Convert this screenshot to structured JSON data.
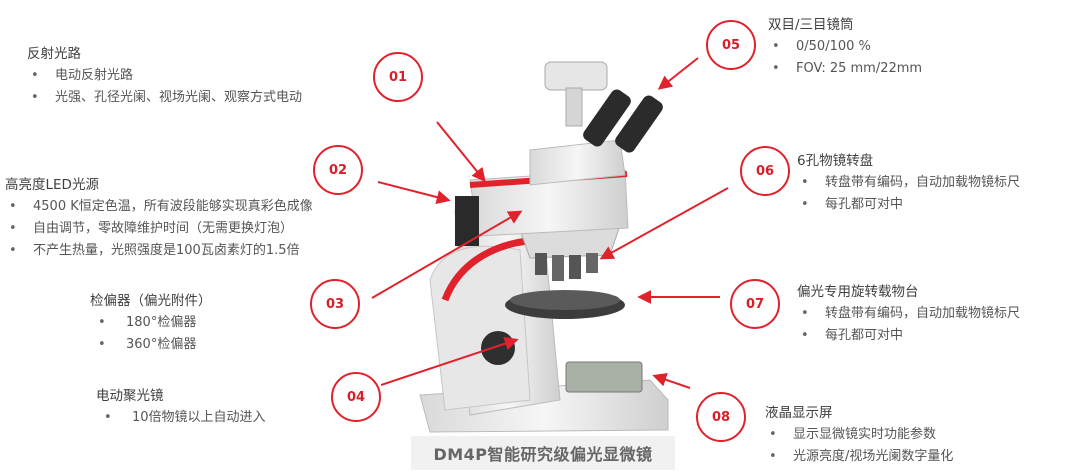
{
  "callouts": [
    {
      "number": "01",
      "title": "反射光路",
      "items": [
        "电动反射光路",
        "光强、孔径光阑、视场光阑、观察方式电动"
      ]
    },
    {
      "number": "02",
      "title": "高亮度LED光源",
      "items": [
        "4500 K恒定色温，所有波段能够实现真彩色成像",
        "自由调节，零故障维护时间（无需更换灯泡）",
        "不产生热量，光照强度是100瓦卤素灯的1.5倍"
      ]
    },
    {
      "number": "03",
      "title": "检偏器（偏光附件）",
      "items": [
        "180°检偏器",
        "360°检偏器"
      ]
    },
    {
      "number": "04",
      "title": "电动聚光镜",
      "items": [
        "10倍物镜以上自动进入"
      ]
    },
    {
      "number": "05",
      "title": "双目/三目镜筒",
      "items": [
        "0/50/100 %",
        "FOV: 25 mm/22mm"
      ]
    },
    {
      "number": "06",
      "title": "6孔物镜转盘",
      "items": [
        "转盘带有编码，自动加载物镜标尺",
        "每孔都可对中"
      ]
    },
    {
      "number": "07",
      "title": "偏光专用旋转载物台",
      "items": [
        "转盘带有编码，自动加载物镜标尺",
        "每孔都可对中"
      ]
    },
    {
      "number": "08",
      "title": "液晶显示屏",
      "items": [
        "显示显微镜实时功能参数",
        "光源亮度/视场光阑数字量化"
      ]
    }
  ],
  "caption": "DM4P智能研究级偏光显微镜",
  "colors": {
    "accent": "#e0222c",
    "text": "#555555",
    "caption_bg": "#f1f1f1"
  }
}
